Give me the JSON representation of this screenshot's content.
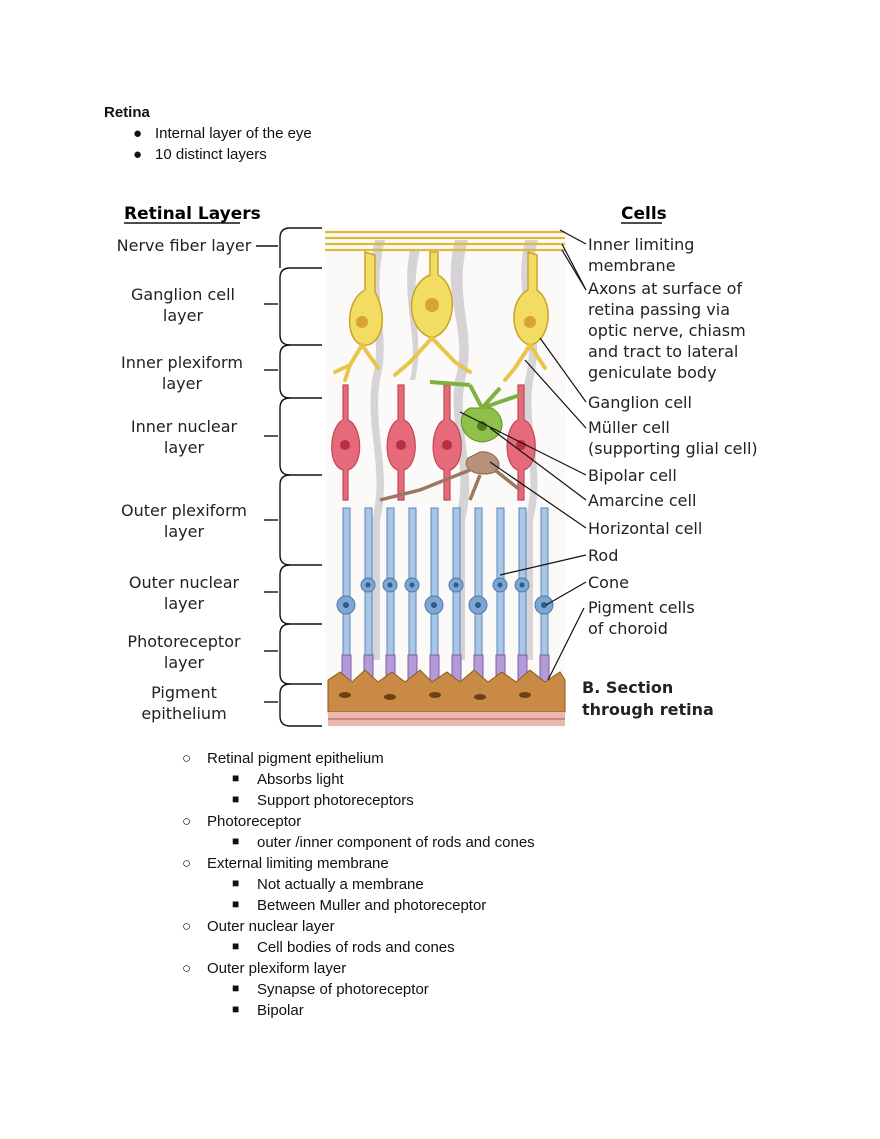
{
  "heading": "Retina",
  "bullets": [
    "Internal layer of the eye",
    "10 distinct layers"
  ],
  "figure": {
    "left_header": "Retinal Layers",
    "right_header": "Cells",
    "layers": [
      [
        "Nerve fiber layer"
      ],
      [
        "Ganglion cell",
        "layer"
      ],
      [
        "Inner plexiform",
        "layer"
      ],
      [
        "Inner nuclear",
        "layer"
      ],
      [
        "Outer plexiform",
        "layer"
      ],
      [
        "Outer nuclear",
        "layer"
      ],
      [
        "Photoreceptor",
        "layer"
      ],
      [
        "Pigment",
        "epithelium"
      ]
    ],
    "cells": [
      [
        "Inner limiting",
        "membrane"
      ],
      [
        "Axons at surface of",
        "retina passing via",
        "optic nerve, chiasm",
        "and tract to lateral",
        "geniculate body"
      ],
      [
        "Ganglion cell"
      ],
      [
        "Müller cell",
        "(supporting glial cell)"
      ],
      [
        "Bipolar cell"
      ],
      [
        "Amarcine cell"
      ],
      [
        "Horizontal cell"
      ],
      [
        "Rod"
      ],
      [
        "Cone"
      ],
      [
        "Pigment cells",
        "of choroid"
      ]
    ],
    "caption": [
      "B. Section",
      "through retina"
    ]
  },
  "outline": [
    {
      "level": 1,
      "marker": "○",
      "text": "Retinal pigment epithelium"
    },
    {
      "level": 2,
      "marker": "■",
      "text": "Absorbs light"
    },
    {
      "level": 2,
      "marker": "■",
      "text": "Support photoreceptors"
    },
    {
      "level": 1,
      "marker": "○",
      "text": "Photoreceptor"
    },
    {
      "level": 2,
      "marker": "■",
      "text": "outer /inner component of rods and cones"
    },
    {
      "level": 1,
      "marker": "○",
      "text": "External limiting membrane"
    },
    {
      "level": 2,
      "marker": "■",
      "text": "Not actually a membrane"
    },
    {
      "level": 2,
      "marker": "■",
      "text": "Between Muller and photoreceptor"
    },
    {
      "level": 1,
      "marker": "○",
      "text": "Outer nuclear layer"
    },
    {
      "level": 2,
      "marker": "■",
      "text": "Cell bodies of rods and cones"
    },
    {
      "level": 1,
      "marker": "○",
      "text": "Outer plexiform layer"
    },
    {
      "level": 2,
      "marker": "■",
      "text": "Synapse of photoreceptor"
    },
    {
      "level": 2,
      "marker": "■",
      "text": "Bipolar"
    }
  ]
}
